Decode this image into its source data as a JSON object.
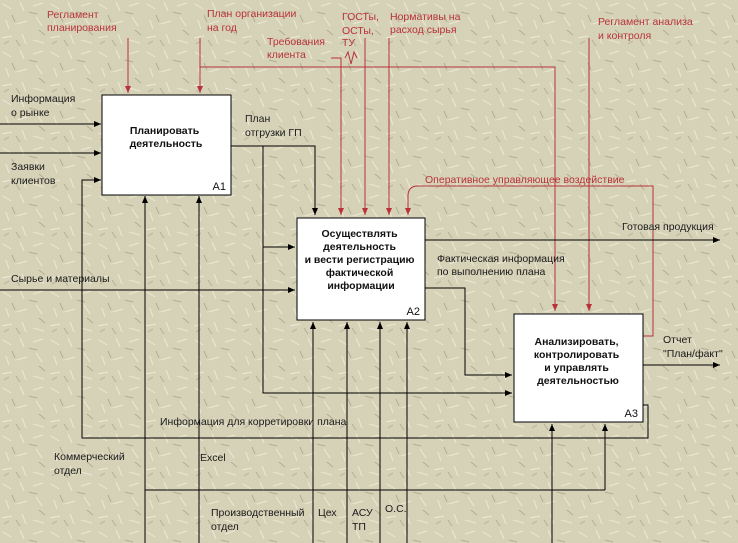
{
  "colors": {
    "background": "#d6d2b8",
    "box_fill": "#ffffff",
    "arrow_black": "#000000",
    "arrow_red": "#b8323a",
    "text_red": "#b8323a"
  },
  "boxes": {
    "a1": {
      "title_lines": [
        "Планировать",
        "деятельность"
      ],
      "id": "A1"
    },
    "a2": {
      "title_lines": [
        "Осуществлять",
        "деятельность",
        "и вести регистрацию",
        "фактической",
        "информации"
      ],
      "id": "A2"
    },
    "a3": {
      "title_lines": [
        "Анализировать,",
        "контролировать",
        "и управлять",
        "деятельностью"
      ],
      "id": "A3"
    }
  },
  "controls": {
    "planning_regulation": [
      "Регламент",
      "планирования"
    ],
    "org_plan": [
      "План организации",
      "на год"
    ],
    "customer_requirements": [
      "Требования",
      "клиента"
    ],
    "gost": [
      "ГОСТы,",
      "ОСТы,",
      "ТУ"
    ],
    "norms": [
      "Нормативы на",
      "расход сырья"
    ],
    "analysis_regulation": [
      "Регламент анализа",
      "и контроля"
    ],
    "operational_control": "Оперативное управляющее воздействие"
  },
  "inputs": {
    "market_info": [
      "Информация",
      "о рынке"
    ],
    "customer_orders": [
      "Заявки",
      "клиентов"
    ],
    "raw_materials": "Сырье и материалы"
  },
  "flows": {
    "shipment_plan": [
      "План",
      "отгрузки ГП"
    ],
    "actual_info": [
      "Фактическая информация",
      "по выполнению плана"
    ],
    "plan_correction": "Информация для корретировки плана"
  },
  "outputs": {
    "finished_goods": "Готовая продукция",
    "report": [
      "Отчет",
      "\"План/факт\""
    ]
  },
  "mechanisms": {
    "commercial_dept": [
      "Коммерческий",
      "отдел"
    ],
    "excel": "Excel",
    "production_dept": [
      "Производственный",
      "отдел"
    ],
    "workshop": "Цех",
    "asu_tp": [
      "АСУ",
      "ТП"
    ],
    "os": "О.С."
  }
}
